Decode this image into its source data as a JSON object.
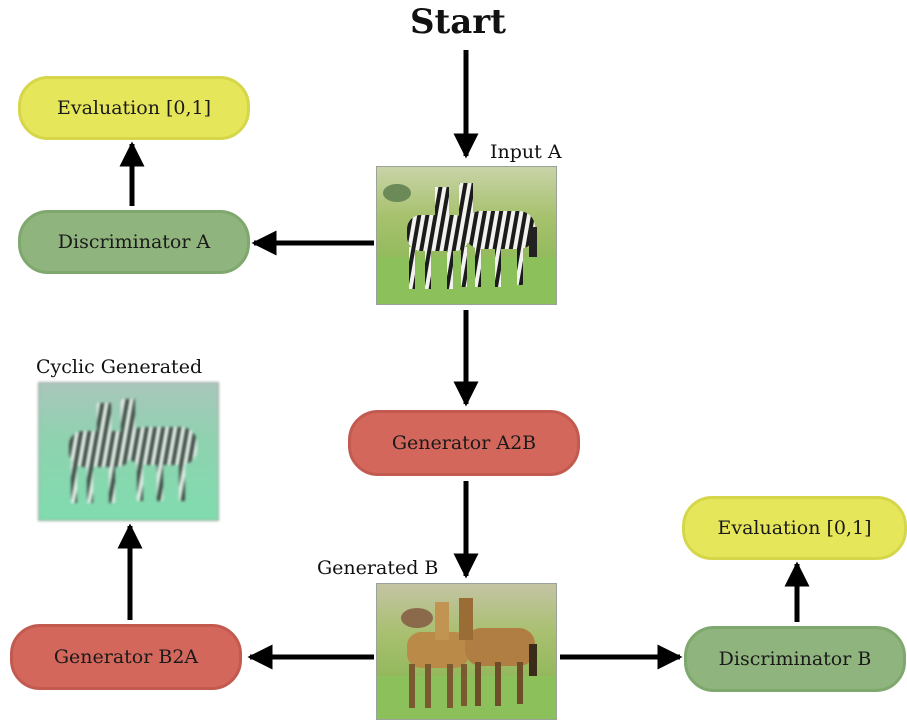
{
  "start": {
    "label": "Start"
  },
  "nodes": {
    "eval_a": "Evaluation [0,1]",
    "disc_a": "Discriminator A",
    "gen_a2b": "Generator A2B",
    "gen_b2a": "Generator B2A",
    "disc_b": "Discriminator B",
    "eval_b": "Evaluation [0,1]"
  },
  "image_labels": {
    "input_a": "Input A",
    "cyclic": "Cyclic Generated",
    "generated_b": "Generated B"
  },
  "colors": {
    "evaluation": "#e6e65a",
    "discriminator": "#8fb47d",
    "generator": "#d4675c"
  }
}
